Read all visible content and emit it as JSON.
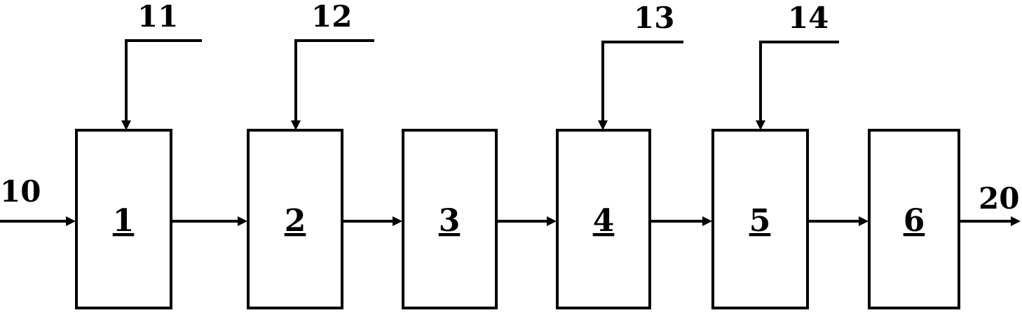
{
  "boxes": [
    {
      "id": "1",
      "label": "1"
    },
    {
      "id": "2",
      "label": "2"
    },
    {
      "id": "3",
      "label": "3"
    },
    {
      "id": "4",
      "label": "4"
    },
    {
      "id": "5",
      "label": "5"
    },
    {
      "id": "6",
      "label": "6"
    }
  ],
  "inputs": [
    {
      "label": "11",
      "target": "1"
    },
    {
      "label": "12",
      "target": "2"
    },
    {
      "label": "13",
      "target": "4"
    },
    {
      "label": "14",
      "target": "5"
    }
  ],
  "input_main": {
    "label": "10"
  },
  "output_main": {
    "label": "20"
  }
}
